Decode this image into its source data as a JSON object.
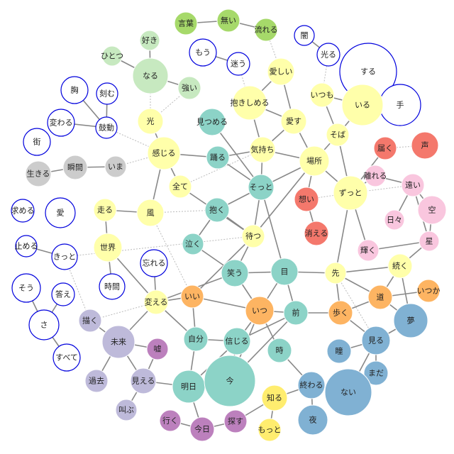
{
  "colors": {
    "blue": "#0000dd",
    "lime": "#a6d96a",
    "mint": "#c7e9c0",
    "yellow": "#ffffaa",
    "teal": "#8cd3c7",
    "red": "#f4786c",
    "pink": "#f9c6de",
    "gray": "#cccccc",
    "orange": "#fdb462",
    "steel": "#80b1d3",
    "lavender": "#bebada",
    "purple": "#bc80bd",
    "gold": "#ffed6f"
  },
  "nodes": [
    {
      "id": "kotoba",
      "label": "言葉",
      "group": "lime"
    },
    {
      "id": "nai1",
      "label": "無い",
      "group": "lime"
    },
    {
      "id": "nagareru",
      "label": "流れる",
      "group": "lime"
    },
    {
      "id": "yami",
      "label": "闇",
      "group": "blue"
    },
    {
      "id": "hikaru",
      "label": "光る",
      "group": "blue"
    },
    {
      "id": "suru",
      "label": "する",
      "group": "blue"
    },
    {
      "id": "te",
      "label": "手",
      "group": "blue"
    },
    {
      "id": "suki",
      "label": "好き",
      "group": "mint"
    },
    {
      "id": "hitotsu",
      "label": "ひとつ",
      "group": "mint"
    },
    {
      "id": "naru",
      "label": "なる",
      "group": "mint"
    },
    {
      "id": "tsuyoi",
      "label": "強い",
      "group": "mint"
    },
    {
      "id": "mou",
      "label": "もう",
      "group": "blue"
    },
    {
      "id": "mayou",
      "label": "迷う",
      "group": "blue"
    },
    {
      "id": "itoshii",
      "label": "愛しい",
      "group": "yellow"
    },
    {
      "id": "dakishimeru",
      "label": "抱きしめる",
      "group": "yellow"
    },
    {
      "id": "itsumo",
      "label": "いつも",
      "group": "yellow"
    },
    {
      "id": "iru",
      "label": "いる",
      "group": "yellow"
    },
    {
      "id": "mune",
      "label": "胸",
      "group": "blue"
    },
    {
      "id": "kizamu",
      "label": "刻む",
      "group": "blue"
    },
    {
      "id": "kawaru",
      "label": "変わる",
      "group": "blue"
    },
    {
      "id": "kodou",
      "label": "鼓動",
      "group": "blue"
    },
    {
      "id": "hikari",
      "label": "光",
      "group": "yellow"
    },
    {
      "id": "mitsumeru",
      "label": "見つめる",
      "group": "teal"
    },
    {
      "id": "aisu",
      "label": "愛す",
      "group": "yellow"
    },
    {
      "id": "soba",
      "label": "そば",
      "group": "yellow"
    },
    {
      "id": "machi",
      "label": "街",
      "group": "blue"
    },
    {
      "id": "kanjiru",
      "label": "感じる",
      "group": "yellow"
    },
    {
      "id": "odoru",
      "label": "踊る",
      "group": "teal"
    },
    {
      "id": "kimochi",
      "label": "気持ち",
      "group": "yellow"
    },
    {
      "id": "basho",
      "label": "場所",
      "group": "yellow"
    },
    {
      "id": "todoku",
      "label": "届く",
      "group": "red"
    },
    {
      "id": "koe",
      "label": "声",
      "group": "red"
    },
    {
      "id": "ikiru",
      "label": "生きる",
      "group": "gray"
    },
    {
      "id": "shunkan",
      "label": "瞬間",
      "group": "gray"
    },
    {
      "id": "ima1",
      "label": "いま",
      "group": "gray"
    },
    {
      "id": "subete1",
      "label": "全て",
      "group": "yellow"
    },
    {
      "id": "sotto",
      "label": "そっと",
      "group": "teal"
    },
    {
      "id": "hanareru",
      "label": "離れる",
      "group": "pink"
    },
    {
      "id": "tooi",
      "label": "遠い",
      "group": "pink"
    },
    {
      "id": "omoi",
      "label": "想い",
      "group": "red"
    },
    {
      "id": "zutto",
      "label": "ずっと",
      "group": "yellow"
    },
    {
      "id": "motomeru",
      "label": "求める",
      "group": "blue"
    },
    {
      "id": "ai",
      "label": "愛",
      "group": "blue"
    },
    {
      "id": "hashiru",
      "label": "走る",
      "group": "yellow"
    },
    {
      "id": "kaze",
      "label": "風",
      "group": "yellow"
    },
    {
      "id": "daku",
      "label": "抱く",
      "group": "teal"
    },
    {
      "id": "kieru",
      "label": "消える",
      "group": "red"
    },
    {
      "id": "hibi",
      "label": "日々",
      "group": "pink"
    },
    {
      "id": "sora",
      "label": "空",
      "group": "pink"
    },
    {
      "id": "tomeru",
      "label": "止める",
      "group": "blue"
    },
    {
      "id": "sekai",
      "label": "世界",
      "group": "yellow"
    },
    {
      "id": "naku",
      "label": "泣く",
      "group": "teal"
    },
    {
      "id": "matsu",
      "label": "待つ",
      "group": "yellow"
    },
    {
      "id": "hoshi",
      "label": "星",
      "group": "pink"
    },
    {
      "id": "kitto",
      "label": "きっと",
      "group": "blue"
    },
    {
      "id": "kagayaku",
      "label": "輝く",
      "group": "pink"
    },
    {
      "id": "wasureru",
      "label": "忘れる",
      "group": "blue"
    },
    {
      "id": "tsuzuku",
      "label": "続く",
      "group": "yellow"
    },
    {
      "id": "warau",
      "label": "笑う",
      "group": "teal"
    },
    {
      "id": "me",
      "label": "目",
      "group": "teal"
    },
    {
      "id": "saki",
      "label": "先",
      "group": "yellow"
    },
    {
      "id": "jikan",
      "label": "時間",
      "group": "blue"
    },
    {
      "id": "sou",
      "label": "そう",
      "group": "blue"
    },
    {
      "id": "kotae",
      "label": "答え",
      "group": "blue"
    },
    {
      "id": "michi",
      "label": "道",
      "group": "orange"
    },
    {
      "id": "itsuka",
      "label": "いつか",
      "group": "orange"
    },
    {
      "id": "kaeru",
      "label": "変える",
      "group": "yellow"
    },
    {
      "id": "ii",
      "label": "いい",
      "group": "orange"
    },
    {
      "id": "itsu",
      "label": "いつ",
      "group": "orange"
    },
    {
      "id": "mae",
      "label": "前",
      "group": "teal"
    },
    {
      "id": "aruku",
      "label": "歩く",
      "group": "orange"
    },
    {
      "id": "yume",
      "label": "夢",
      "group": "steel"
    },
    {
      "id": "sa",
      "label": "さ",
      "group": "blue"
    },
    {
      "id": "egaku",
      "label": "描く",
      "group": "lavender"
    },
    {
      "id": "mirai",
      "label": "未来",
      "group": "lavender"
    },
    {
      "id": "jibun",
      "label": "自分",
      "group": "teal"
    },
    {
      "id": "shinjiru",
      "label": "信じる",
      "group": "teal"
    },
    {
      "id": "miru",
      "label": "見る",
      "group": "steel"
    },
    {
      "id": "uso",
      "label": "嘘",
      "group": "purple"
    },
    {
      "id": "toki",
      "label": "時",
      "group": "teal"
    },
    {
      "id": "hitomi",
      "label": "瞳",
      "group": "steel"
    },
    {
      "id": "subete2",
      "label": "すべて",
      "group": "blue"
    },
    {
      "id": "mada",
      "label": "まだ",
      "group": "steel"
    },
    {
      "id": "kako",
      "label": "過去",
      "group": "lavender"
    },
    {
      "id": "mieru",
      "label": "見える",
      "group": "lavender"
    },
    {
      "id": "ashita",
      "label": "明日",
      "group": "teal"
    },
    {
      "id": "ima2",
      "label": "今",
      "group": "teal"
    },
    {
      "id": "owaru",
      "label": "終わる",
      "group": "steel"
    },
    {
      "id": "nai2",
      "label": "ない",
      "group": "steel"
    },
    {
      "id": "shiru",
      "label": "知る",
      "group": "gold"
    },
    {
      "id": "sakebu",
      "label": "叫ぶ",
      "group": "lavender"
    },
    {
      "id": "yoru",
      "label": "夜",
      "group": "steel"
    },
    {
      "id": "iku",
      "label": "行く",
      "group": "purple"
    },
    {
      "id": "kyou",
      "label": "今日",
      "group": "purple"
    },
    {
      "id": "sagasu",
      "label": "探す",
      "group": "purple"
    },
    {
      "id": "motto",
      "label": "もっと",
      "group": "gold"
    }
  ],
  "edges": [
    [
      "kotoba",
      "nai1",
      false
    ],
    [
      "nai1",
      "nagareru",
      false
    ],
    [
      "nagareru",
      "itoshii",
      true
    ],
    [
      "yami",
      "hikaru",
      false
    ],
    [
      "hikaru",
      "itsumo",
      true
    ],
    [
      "suru",
      "iru",
      false
    ],
    [
      "iru",
      "te",
      false
    ],
    [
      "suki",
      "naru",
      false
    ],
    [
      "hitotsu",
      "naru",
      false
    ],
    [
      "naru",
      "tsuyoi",
      false
    ],
    [
      "naru",
      "hikari",
      true
    ],
    [
      "mou",
      "mayou",
      false
    ],
    [
      "mayou",
      "dakishimeru",
      true
    ],
    [
      "itoshii",
      "dakishimeru",
      false
    ],
    [
      "itoshii",
      "aisu",
      false
    ],
    [
      "dakishimeru",
      "aisu",
      false
    ],
    [
      "dakishimeru",
      "kimochi",
      false
    ],
    [
      "itsumo",
      "soba",
      false
    ],
    [
      "itsumo",
      "iru",
      false
    ],
    [
      "iru",
      "soba",
      false
    ],
    [
      "soba",
      "basho",
      false
    ],
    [
      "soba",
      "zutto",
      false
    ],
    [
      "mune",
      "kodou",
      false
    ],
    [
      "kizamu",
      "kodou",
      false
    ],
    [
      "kawaru",
      "kodou",
      false
    ],
    [
      "kodou",
      "kanjiru",
      true
    ],
    [
      "hikari",
      "kanjiru",
      false
    ],
    [
      "mitsumeru",
      "sotto",
      false
    ],
    [
      "aisu",
      "basho",
      false
    ],
    [
      "aisu",
      "kimochi",
      false
    ],
    [
      "kanjiru",
      "odoru",
      false
    ],
    [
      "kanjiru",
      "subete1",
      false
    ],
    [
      "kanjiru",
      "kaze",
      false
    ],
    [
      "kanjiru",
      "ima1",
      true
    ],
    [
      "odoru",
      "kimochi",
      false
    ],
    [
      "odoru",
      "sotto",
      false
    ],
    [
      "kimochi",
      "basho",
      false
    ],
    [
      "kimochi",
      "sotto",
      false
    ],
    [
      "basho",
      "zutto",
      false
    ],
    [
      "basho",
      "omoi",
      false
    ],
    [
      "basho",
      "sotto",
      false
    ],
    [
      "basho",
      "matsu",
      false
    ],
    [
      "todoku",
      "zutto",
      false
    ],
    [
      "todoku",
      "koe",
      true
    ],
    [
      "ikiru",
      "shunkan",
      false
    ],
    [
      "shunkan",
      "ima1",
      false
    ],
    [
      "subete1",
      "matsu",
      false
    ],
    [
      "subete1",
      "kimochi",
      true
    ],
    [
      "sotto",
      "daku",
      false
    ],
    [
      "sotto",
      "matsu",
      false
    ],
    [
      "sotto",
      "me",
      false
    ],
    [
      "hanareru",
      "tooi",
      false
    ],
    [
      "hanareru",
      "zutto",
      false
    ],
    [
      "tooi",
      "sora",
      false
    ],
    [
      "tooi",
      "hibi",
      false
    ],
    [
      "tooi",
      "hoshi",
      false
    ],
    [
      "tooi",
      "zutto",
      true
    ],
    [
      "omoi",
      "kieru",
      false
    ],
    [
      "zutto",
      "kagayaku",
      false
    ],
    [
      "zutto",
      "saki",
      false
    ],
    [
      "zutto",
      "omoi",
      true
    ],
    [
      "hashiru",
      "kaze",
      false
    ],
    [
      "kaze",
      "daku",
      true
    ],
    [
      "kaze",
      "ii",
      true
    ],
    [
      "daku",
      "naku",
      false
    ],
    [
      "daku",
      "matsu",
      false
    ],
    [
      "naku",
      "warau",
      false
    ],
    [
      "matsu",
      "warau",
      false
    ],
    [
      "matsu",
      "kitto",
      true
    ],
    [
      "matsu",
      "ii",
      false
    ],
    [
      "tomeru",
      "kitto",
      false
    ],
    [
      "kitto",
      "egaku",
      true
    ],
    [
      "kagayaku",
      "hoshi",
      false
    ],
    [
      "hoshi",
      "sora",
      false
    ],
    [
      "hoshi",
      "tsuzuku",
      false
    ],
    [
      "sekai",
      "kaeru",
      false
    ],
    [
      "sekai",
      "hashiru",
      false
    ],
    [
      "wasureru",
      "kaeru",
      false
    ],
    [
      "jikan",
      "sekai",
      false
    ],
    [
      "tsuzuku",
      "michi",
      false
    ],
    [
      "tsuzuku",
      "saki",
      false
    ],
    [
      "tsuzuku",
      "yume",
      false
    ],
    [
      "warau",
      "me",
      false
    ],
    [
      "warau",
      "itsu",
      false
    ],
    [
      "warau",
      "kaeru",
      false
    ],
    [
      "me",
      "itsu",
      false
    ],
    [
      "me",
      "mae",
      false
    ],
    [
      "me",
      "saki",
      false
    ],
    [
      "saki",
      "michi",
      false
    ],
    [
      "saki",
      "aruku",
      false
    ],
    [
      "saki",
      "miru",
      true
    ],
    [
      "michi",
      "aruku",
      false
    ],
    [
      "michi",
      "itsuka",
      false
    ],
    [
      "michi",
      "yume",
      false
    ],
    [
      "sou",
      "sa",
      false
    ],
    [
      "kotae",
      "sa",
      false
    ],
    [
      "sa",
      "subete2",
      false
    ],
    [
      "kaeru",
      "ii",
      false
    ],
    [
      "kaeru",
      "jibun",
      false
    ],
    [
      "kaeru",
      "mirai",
      false
    ],
    [
      "ii",
      "itsu",
      false
    ],
    [
      "ii",
      "jibun",
      false
    ],
    [
      "itsu",
      "mae",
      false
    ],
    [
      "itsu",
      "shinjiru",
      false
    ],
    [
      "itsu",
      "toki",
      false
    ],
    [
      "itsu",
      "ima2",
      false
    ],
    [
      "mae",
      "aruku",
      false
    ],
    [
      "mae",
      "shinjiru",
      false
    ],
    [
      "aruku",
      "miru",
      false
    ],
    [
      "yume",
      "miru",
      false
    ],
    [
      "egaku",
      "mirai",
      false
    ],
    [
      "mirai",
      "uso",
      false
    ],
    [
      "mirai",
      "mieru",
      false
    ],
    [
      "mirai",
      "kako",
      false
    ],
    [
      "jibun",
      "shinjiru",
      false
    ],
    [
      "jibun",
      "ashita",
      false
    ],
    [
      "shinjiru",
      "ima2",
      false
    ],
    [
      "shinjiru",
      "ashita",
      false
    ],
    [
      "miru",
      "hitomi",
      false
    ],
    [
      "miru",
      "mada",
      false
    ],
    [
      "miru",
      "nai2",
      false
    ],
    [
      "toki",
      "owaru",
      false
    ],
    [
      "mada",
      "nai2",
      false
    ],
    [
      "mieru",
      "sakebu",
      false
    ],
    [
      "mieru",
      "ashita",
      false
    ],
    [
      "mieru",
      "uso",
      false
    ],
    [
      "ashita",
      "ima2",
      false
    ],
    [
      "ashita",
      "kyou",
      false
    ],
    [
      "owaru",
      "nai2",
      false
    ],
    [
      "owaru",
      "yoru",
      false
    ],
    [
      "owaru",
      "shiru",
      false
    ],
    [
      "shiru",
      "motto",
      false
    ],
    [
      "shiru",
      "sagasu",
      false
    ],
    [
      "iku",
      "kyou",
      false
    ],
    [
      "kyou",
      "sagasu",
      false
    ],
    [
      "mae",
      "ima2",
      false
    ],
    [
      "kaeru",
      "egaku",
      true
    ],
    [
      "hikari",
      "tsuyoi",
      true
    ]
  ]
}
